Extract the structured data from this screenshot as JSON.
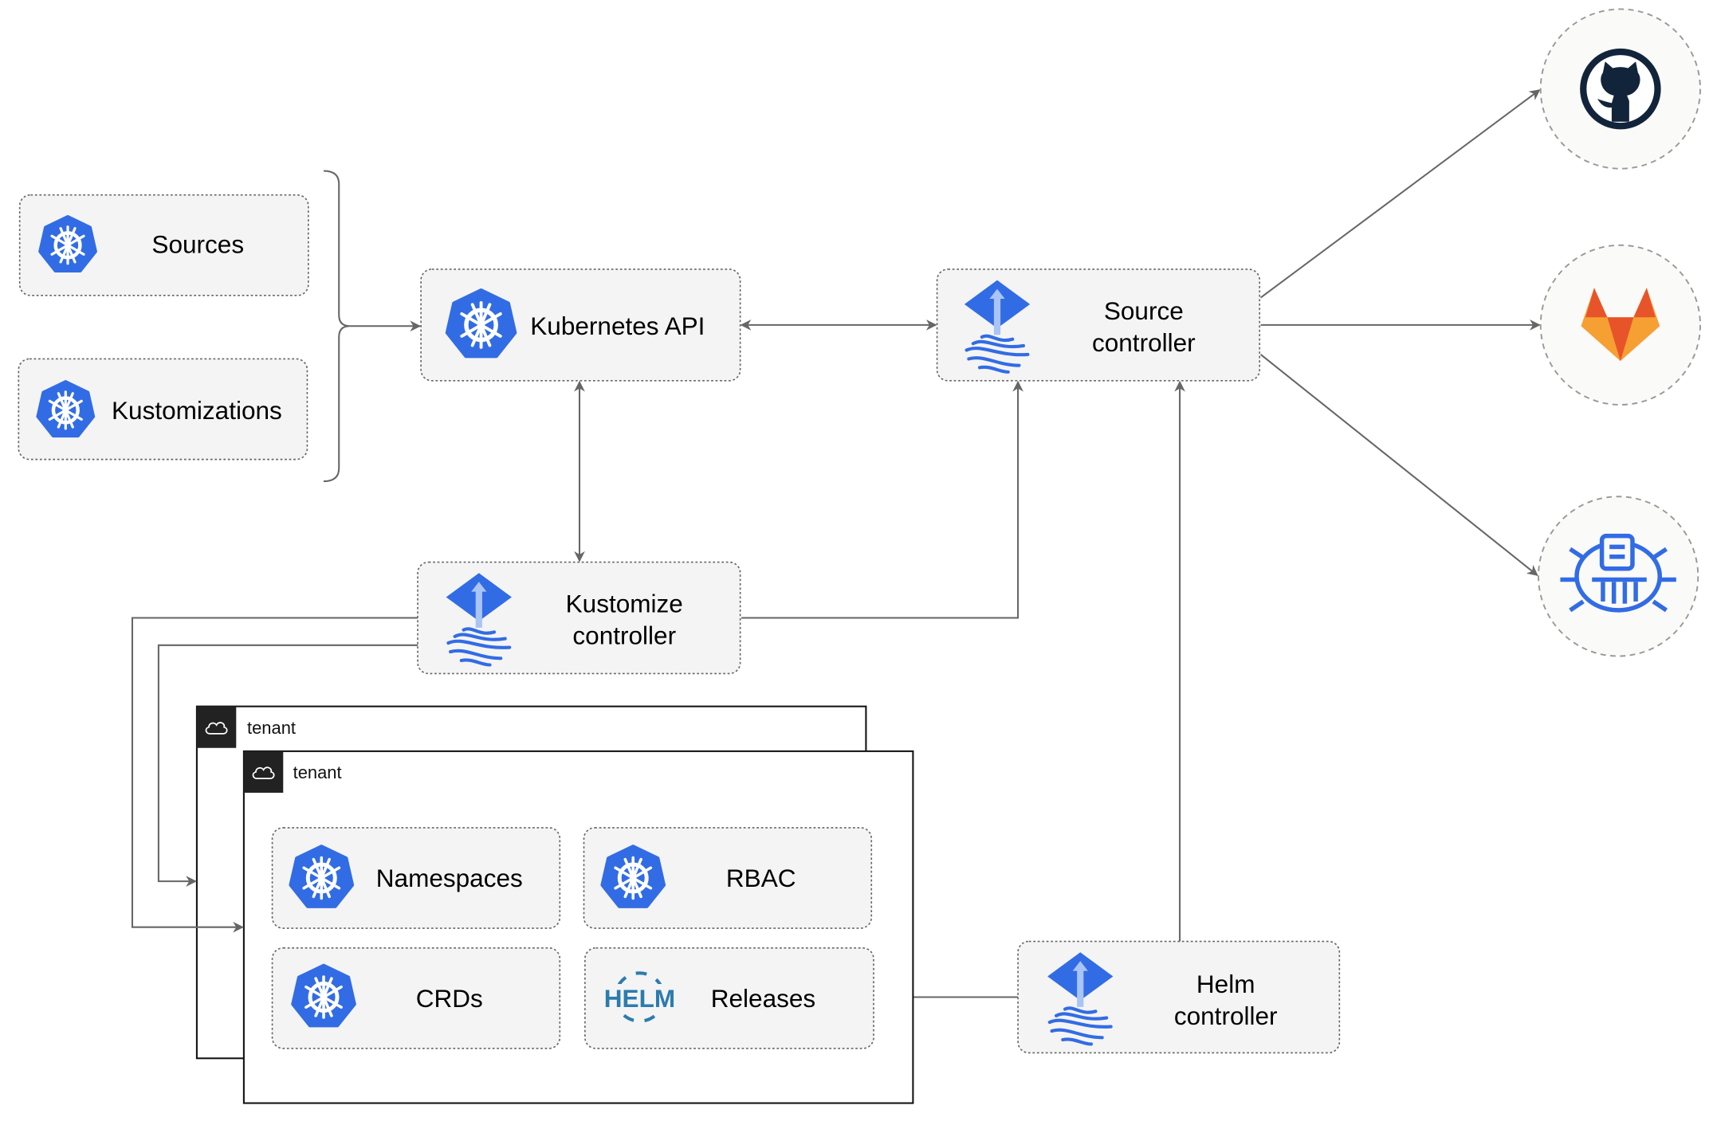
{
  "nodes": {
    "sources": "Sources",
    "kustomizations": "Kustomizations",
    "kubernetes_api": "Kubernetes API",
    "source_controller": [
      "Source",
      "controller"
    ],
    "kustomize_controller": [
      "Kustomize",
      "controller"
    ],
    "helm_controller": [
      "Helm",
      "controller"
    ],
    "namespaces": "Namespaces",
    "rbac": "RBAC",
    "crds": "CRDs",
    "releases": "Releases"
  },
  "tenants": [
    "tenant",
    "tenant"
  ],
  "helm_logo_text": "HELM",
  "external_sources": [
    "github-icon",
    "gitlab-icon",
    "helm-repository-icon"
  ],
  "colors": {
    "kubernetes": "#326ce5",
    "flux": "#326ce5",
    "github": "#12243a",
    "gitlab_dark": "#e8542a",
    "gitlab_light": "#f6a033",
    "helm": "#2b7cae",
    "arrow": "#666666"
  }
}
